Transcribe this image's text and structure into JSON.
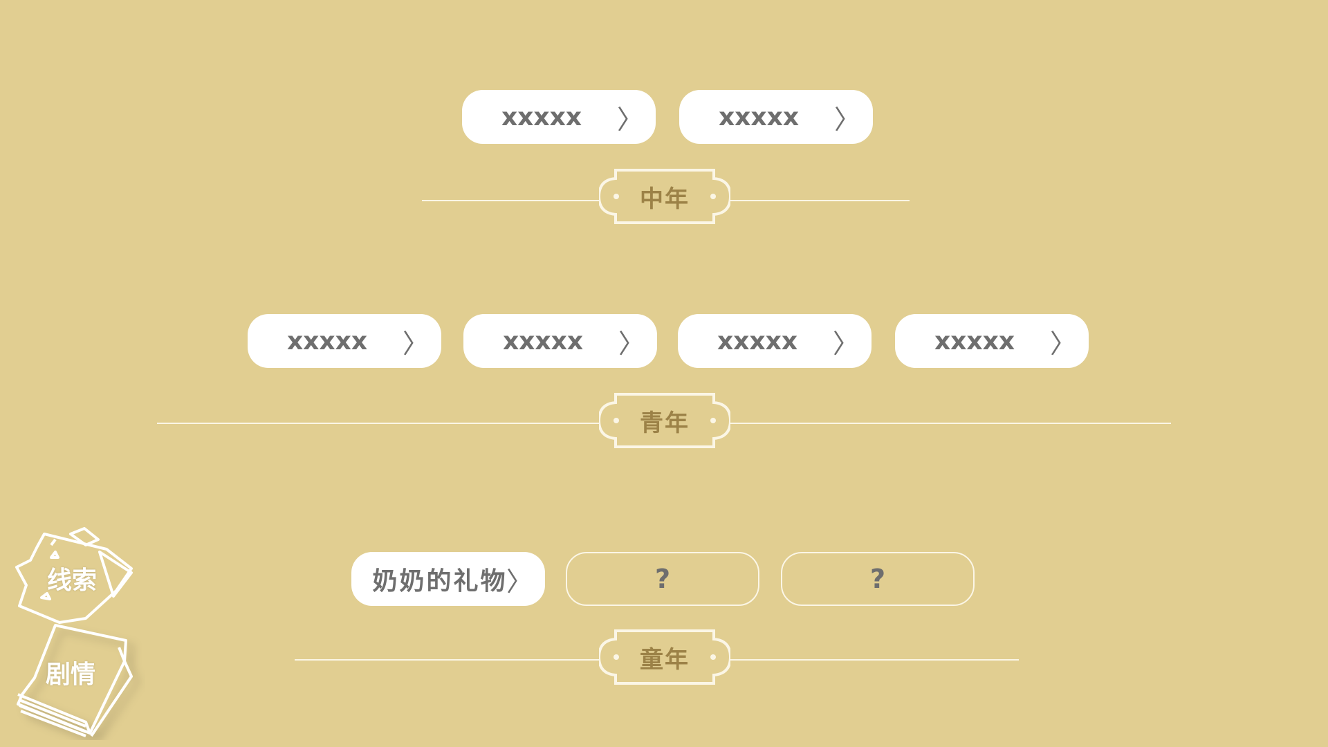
{
  "eras": {
    "middle_age": {
      "label": "中年",
      "events": [
        {
          "label": "xxxxx",
          "chevron": "〉"
        },
        {
          "label": "xxxxx",
          "chevron": "〉"
        }
      ]
    },
    "youth": {
      "label": "青年",
      "events": [
        {
          "label": "xxxxx",
          "chevron": "〉"
        },
        {
          "label": "xxxxx",
          "chevron": "〉"
        },
        {
          "label": "xxxxx",
          "chevron": "〉"
        },
        {
          "label": "xxxxx",
          "chevron": "〉"
        }
      ]
    },
    "childhood": {
      "label": "童年",
      "events": [
        {
          "label": "奶奶的礼物",
          "chevron": "〉",
          "state": "unlocked"
        },
        {
          "label": "?",
          "state": "locked"
        },
        {
          "label": "?",
          "state": "locked"
        }
      ]
    }
  },
  "side_menu": {
    "clues_label": "线索",
    "story_label": "剧情"
  },
  "icons": {
    "clues": "scattered-paper-notes-icon",
    "story": "book-icon",
    "chevron": "chevron-right-icon"
  },
  "colors": {
    "background": "#e1ce91",
    "pill": "#ffffff",
    "line": "#fbf6e6",
    "era_text": "#9c8247",
    "pill_text": "#6e6e6e"
  }
}
